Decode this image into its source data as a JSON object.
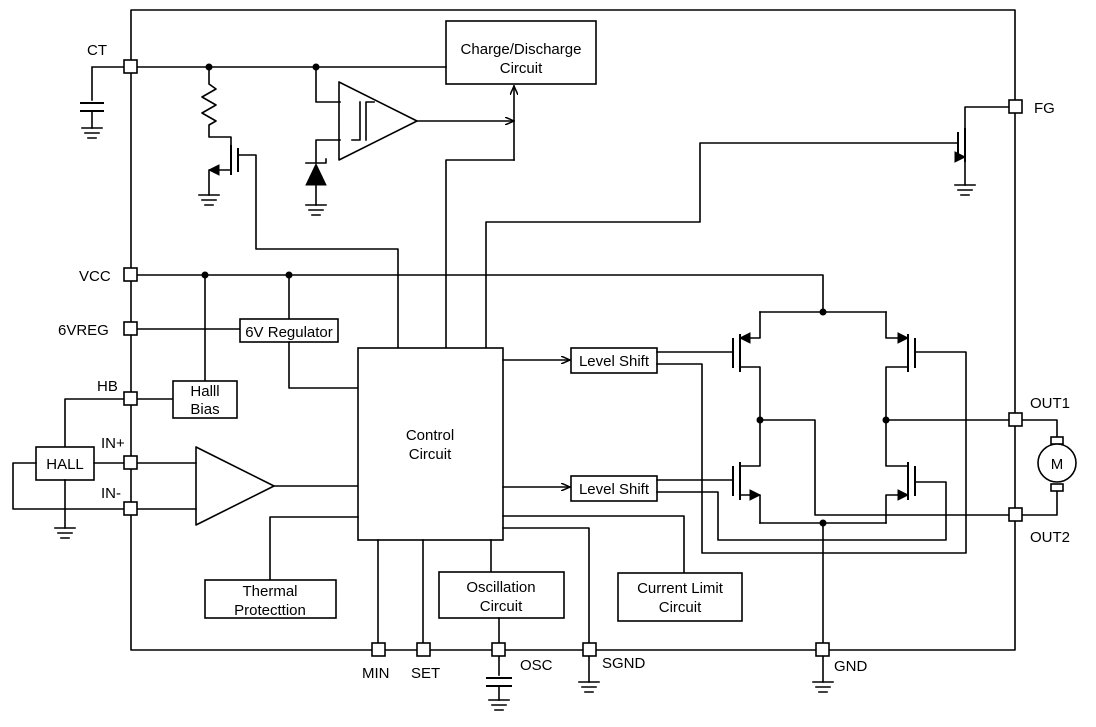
{
  "pins": {
    "ct": "CT",
    "fg": "FG",
    "vcc": "VCC",
    "vreg": "6VREG",
    "hb": "HB",
    "in_plus": "IN+",
    "in_minus": "IN-",
    "out1": "OUT1",
    "out2": "OUT2",
    "min": "MIN",
    "set": "SET",
    "osc": "OSC",
    "sgnd": "SGND",
    "gnd": "GND"
  },
  "blocks": {
    "charge_discharge": [
      "Charge/Discharge",
      "Circuit"
    ],
    "regulator": "6V Regulator",
    "hall_bias": [
      "Halll",
      "Bias"
    ],
    "hall": "HALL",
    "control": [
      "Control",
      "Circuit"
    ],
    "level_shift_top": "Level Shift",
    "level_shift_bottom": "Level Shift",
    "thermal": [
      "Thermal",
      "Protecttion"
    ],
    "oscillation": [
      "Oscillation",
      "Circuit"
    ],
    "current_limit": [
      "Current Limit",
      "Circuit"
    ],
    "motor": "M"
  }
}
